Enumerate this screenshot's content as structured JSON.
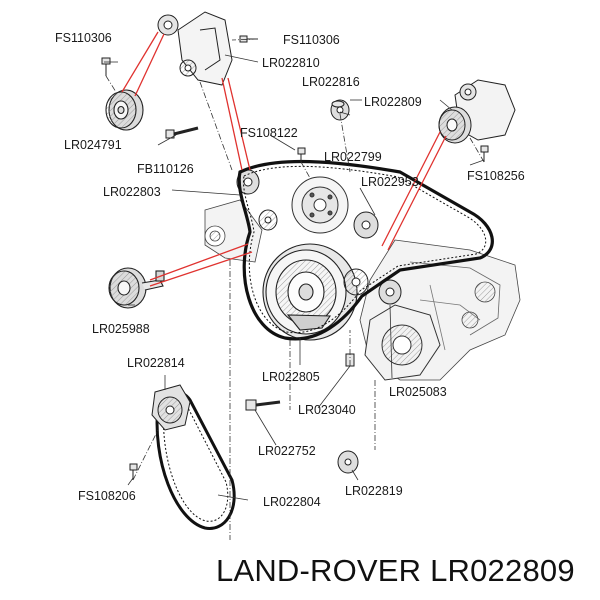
{
  "labels": {
    "fs110306_left": "FS110306",
    "fs110306_right": "FS110306",
    "lr022810": "LR022810",
    "lr022816": "LR022816",
    "lr022809": "LR022809",
    "lr024791": "LR024791",
    "fs108122": "FS108122",
    "lr022799": "LR022799",
    "fb110126": "FB110126",
    "lr022953": "LR022953",
    "fs108256": "FS108256",
    "lr022803": "LR022803",
    "lr025988": "LR025988",
    "lr022814": "LR022814",
    "lr022805": "LR022805",
    "lr025083": "LR025083",
    "lr023040": "LR023040",
    "lr022752": "LR022752",
    "fs108206": "FS108206",
    "lr022804": "LR022804",
    "lr022819": "LR022819"
  },
  "footer": {
    "brand": "LAND-ROVER",
    "part_number": "LR022809"
  },
  "colors": {
    "line": "#222222",
    "highlight": "#e0322f",
    "hatch": "#9a9a9a"
  }
}
